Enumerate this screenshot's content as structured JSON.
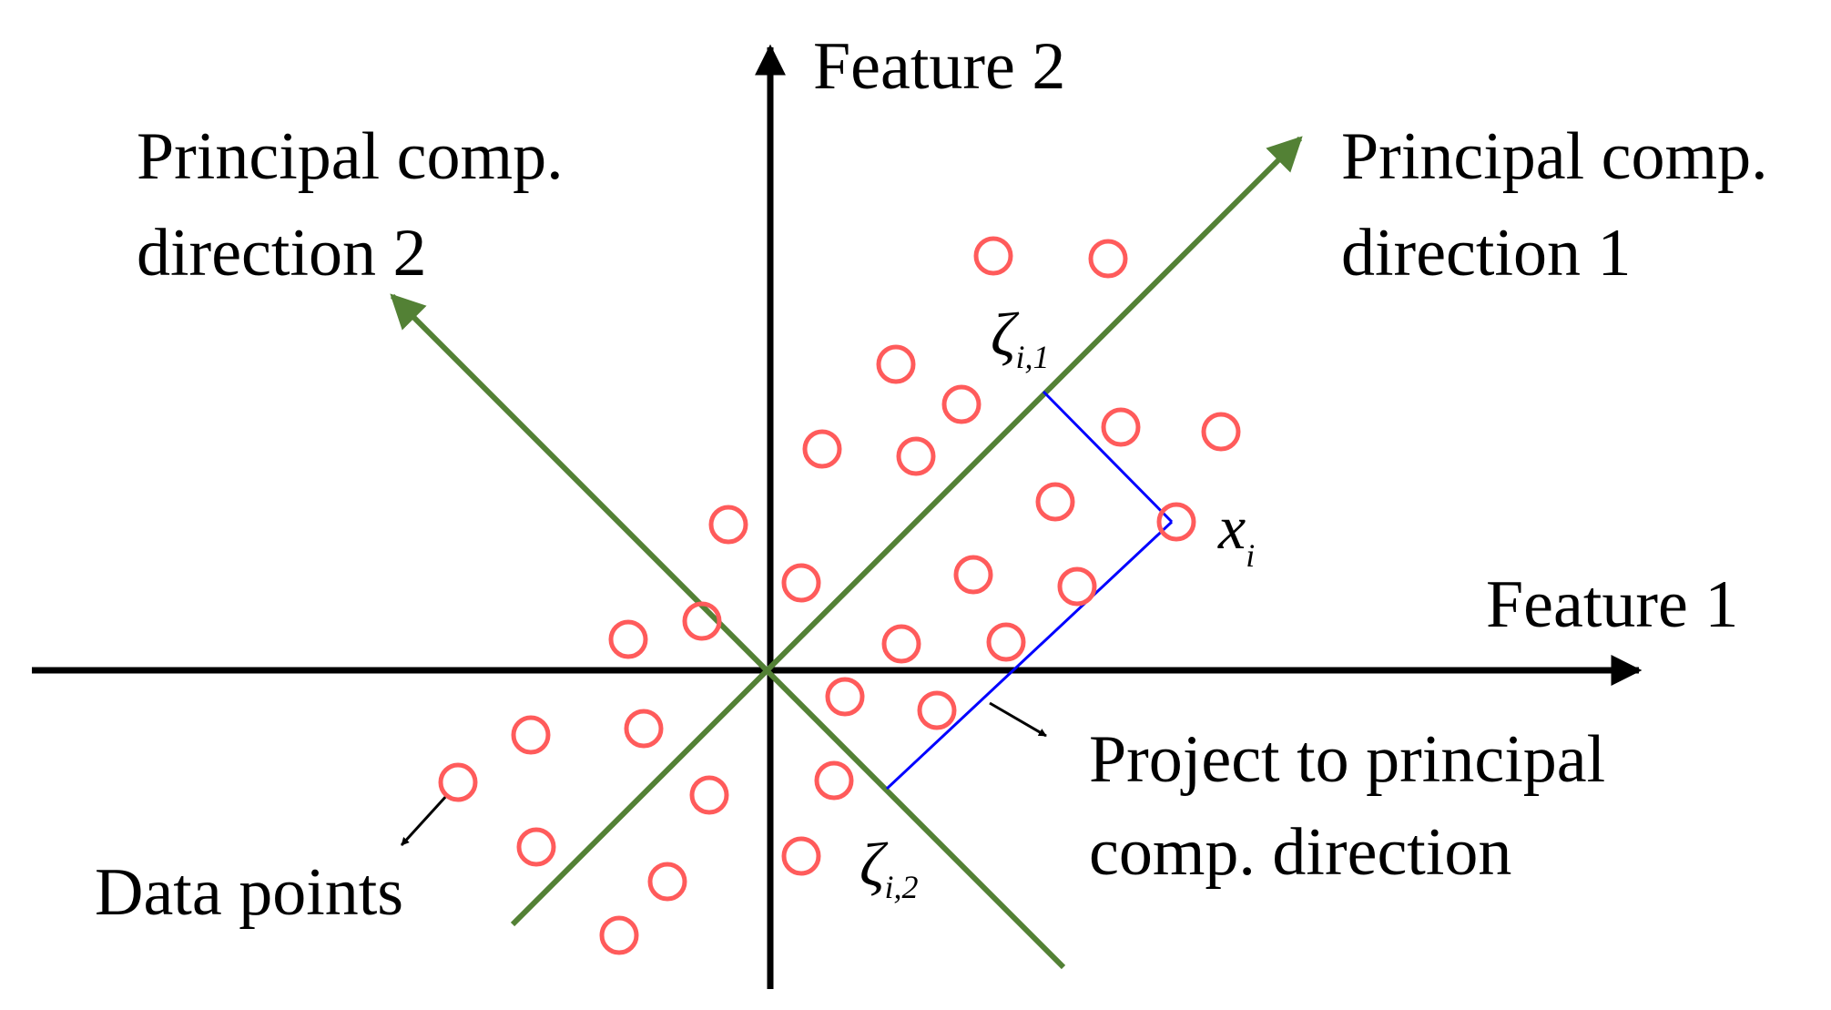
{
  "labels": {
    "feature1": "Feature 1",
    "feature2": "Feature 2",
    "pc1_line1": "Principal comp.",
    "pc1_line2": "direction 1",
    "pc2_line1": "Principal comp.",
    "pc2_line2": "direction 2",
    "project_line1": "Project to principal",
    "project_line2": "comp. direction",
    "data_points": "Data points",
    "zeta": "ζ",
    "zeta1_sub": "i,1",
    "zeta2_sub": "i,2",
    "x": "x",
    "x_sub": "i"
  },
  "colors": {
    "axis": "#000000",
    "principal": "#538135",
    "projection": "#0000ff",
    "points": "#ff5b5b"
  }
}
